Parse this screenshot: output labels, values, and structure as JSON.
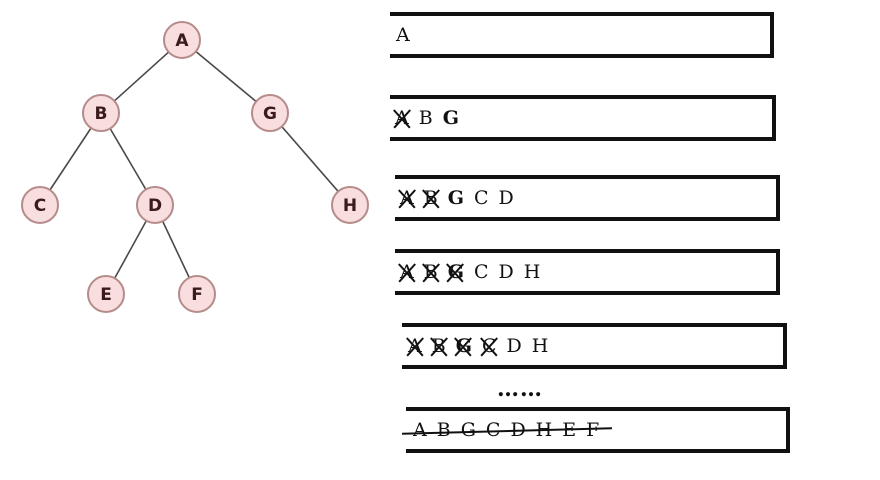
{
  "tree": {
    "nodes": [
      {
        "id": "A",
        "label": "A"
      },
      {
        "id": "B",
        "label": "B"
      },
      {
        "id": "G",
        "label": "G"
      },
      {
        "id": "C",
        "label": "C"
      },
      {
        "id": "D",
        "label": "D"
      },
      {
        "id": "H",
        "label": "H"
      },
      {
        "id": "E",
        "label": "E"
      },
      {
        "id": "F",
        "label": "F"
      }
    ],
    "edges": [
      [
        "A",
        "B"
      ],
      [
        "A",
        "G"
      ],
      [
        "B",
        "C"
      ],
      [
        "B",
        "D"
      ],
      [
        "G",
        "H"
      ],
      [
        "D",
        "E"
      ],
      [
        "D",
        "F"
      ]
    ],
    "node_fill": "#f8dede",
    "node_stroke": "#b58b8b"
  },
  "queue_steps": [
    {
      "tokens": [
        {
          "t": "A",
          "crossed": false,
          "bold": false
        }
      ]
    },
    {
      "tokens": [
        {
          "t": "A",
          "crossed": true,
          "bold": false
        },
        {
          "t": "B",
          "crossed": false,
          "bold": false
        },
        {
          "t": "G",
          "crossed": false,
          "bold": true
        }
      ]
    },
    {
      "tokens": [
        {
          "t": "A",
          "crossed": true,
          "bold": false
        },
        {
          "t": "B",
          "crossed": true,
          "bold": false
        },
        {
          "t": "G",
          "crossed": false,
          "bold": true
        },
        {
          "t": "C",
          "crossed": false,
          "bold": false
        },
        {
          "t": "D",
          "crossed": false,
          "bold": false
        }
      ]
    },
    {
      "tokens": [
        {
          "t": "A",
          "crossed": true,
          "bold": false
        },
        {
          "t": "B",
          "crossed": true,
          "bold": false
        },
        {
          "t": "G",
          "crossed": true,
          "bold": true
        },
        {
          "t": "C",
          "crossed": false,
          "bold": false
        },
        {
          "t": "D",
          "crossed": false,
          "bold": false
        },
        {
          "t": "H",
          "crossed": false,
          "bold": false
        }
      ]
    },
    {
      "tokens": [
        {
          "t": "A",
          "crossed": true,
          "bold": false
        },
        {
          "t": "B",
          "crossed": true,
          "bold": false
        },
        {
          "t": "G",
          "crossed": true,
          "bold": true
        },
        {
          "t": "C",
          "crossed": true,
          "bold": false
        },
        {
          "t": "D",
          "crossed": false,
          "bold": false
        },
        {
          "t": "H",
          "crossed": false,
          "bold": false
        }
      ]
    },
    {
      "tokens": [
        {
          "t": "A",
          "crossed": false,
          "bold": false
        },
        {
          "t": "B",
          "crossed": false,
          "bold": false
        },
        {
          "t": "G",
          "crossed": false,
          "bold": false
        },
        {
          "t": "C",
          "crossed": false,
          "bold": false
        },
        {
          "t": "D",
          "crossed": false,
          "bold": false
        },
        {
          "t": "H",
          "crossed": false,
          "bold": false
        },
        {
          "t": "E",
          "crossed": false,
          "bold": false
        },
        {
          "t": "F",
          "crossed": false,
          "bold": false
        }
      ],
      "struck_through": true
    }
  ],
  "ellipsis": "……"
}
